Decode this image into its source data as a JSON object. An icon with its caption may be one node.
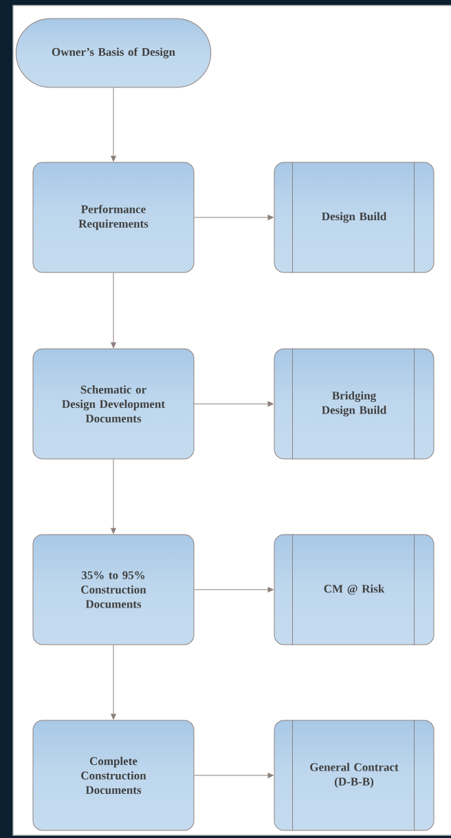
{
  "diagram": {
    "nodes": [
      {
        "text": [
          "Owner’s Basis of Design"
        ]
      },
      {
        "text": [
          "Performance Requirements"
        ]
      },
      {
        "text": [
          "Design Build"
        ]
      },
      {
        "text": [
          "Schematic or Design Development Documents"
        ]
      },
      {
        "text": [
          "Bridging Design Build"
        ]
      },
      {
        "text": [
          "35% to 95% Construction Documents"
        ]
      },
      {
        "text": [
          "CM @ Risk"
        ]
      },
      {
        "text": [
          "Complete Construction Documents"
        ]
      },
      {
        "text": [
          "General Contract (D-B-B)"
        ]
      }
    ],
    "edges": [
      {
        "from": 0,
        "to": 1,
        "arrow": "to"
      },
      {
        "from": 1,
        "to": 2,
        "arrow": "to"
      },
      {
        "from": 1,
        "to": 3,
        "arrow": "to"
      },
      {
        "from": 3,
        "to": 4,
        "arrow": "to"
      },
      {
        "from": 3,
        "to": 5,
        "arrow": "to"
      },
      {
        "from": 5,
        "to": 6,
        "arrow": "to"
      },
      {
        "from": 5,
        "to": 7,
        "arrow": "to"
      },
      {
        "from": 7,
        "to": 8,
        "arrow": "to"
      }
    ]
  }
}
